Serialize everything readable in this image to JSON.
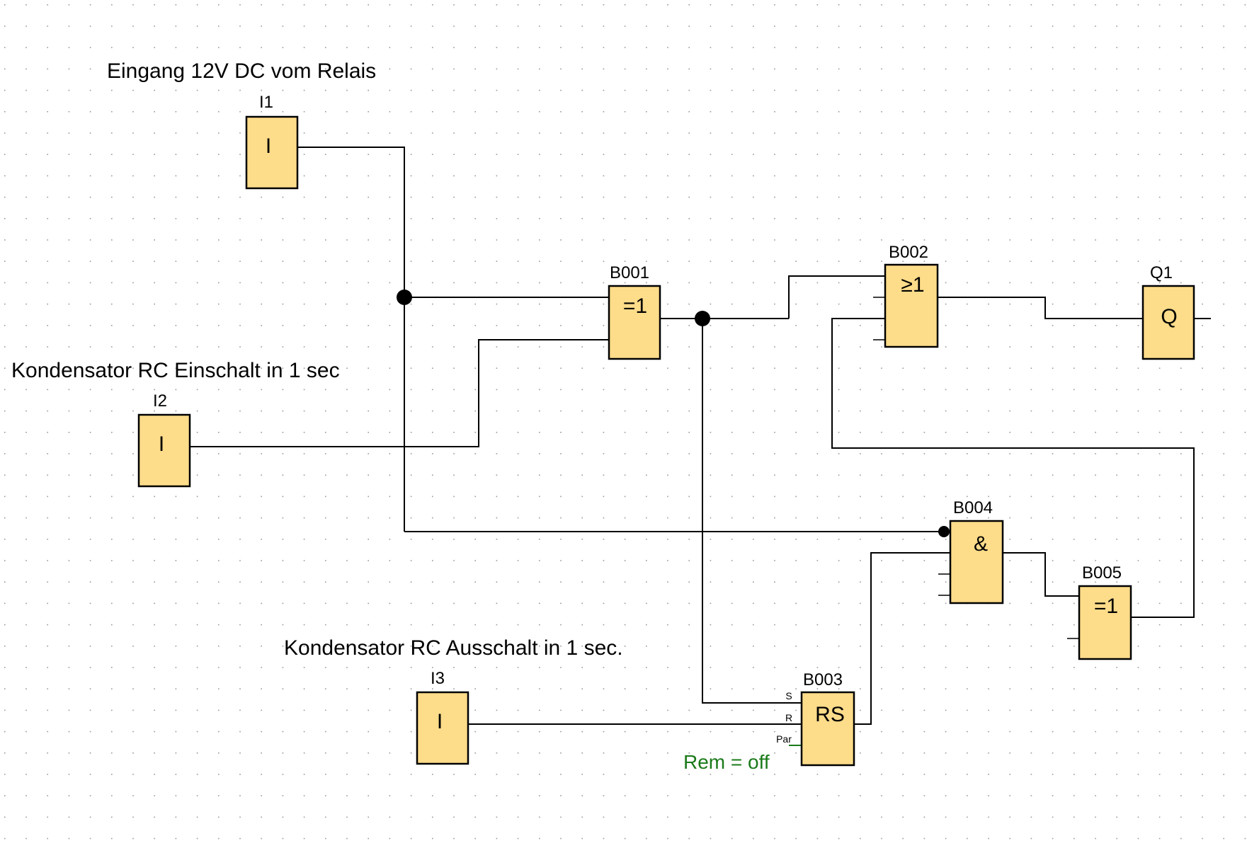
{
  "colors": {
    "background": "#ffffff",
    "grid_dot": "#9a9a9a",
    "block_fill": "#fddc8a",
    "wire": "#000000",
    "parameter_text": "#1a7a1a"
  },
  "notes": {
    "i1": "Eingang 12V DC vom Relais",
    "i2": "Kondensator RC Einschalt in 1 sec",
    "i3": "Kondensator RC Ausschalt in 1 sec."
  },
  "blocks": {
    "I1": {
      "label": "I1",
      "symbol": "I"
    },
    "I2": {
      "label": "I2",
      "symbol": "I"
    },
    "I3": {
      "label": "I3",
      "symbol": "I"
    },
    "B001": {
      "label": "B001",
      "symbol": "=1"
    },
    "B002": {
      "label": "B002",
      "symbol": "≥1"
    },
    "B003": {
      "label": "B003",
      "symbol": "RS",
      "pins": {
        "s": "S",
        "r": "R",
        "par": "Par"
      },
      "param": "Rem = off"
    },
    "B004": {
      "label": "B004",
      "symbol": "&"
    },
    "B005": {
      "label": "B005",
      "symbol": "=1"
    },
    "Q1": {
      "label": "Q1",
      "symbol": "Q"
    }
  }
}
